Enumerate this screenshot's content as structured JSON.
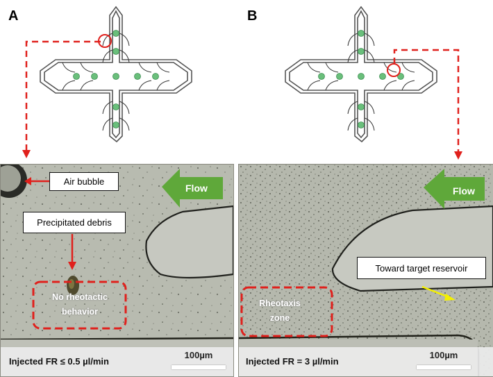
{
  "panels": [
    {
      "letter": "A",
      "labels": {
        "air_bubble": "Air bubble",
        "debris": "Precipitated debris",
        "flow": "Flow",
        "zone": "No rheotactic behavior",
        "injected": "Injected FR ≤ 0.5 µl/min",
        "scale": "100µm"
      }
    },
    {
      "letter": "B",
      "labels": {
        "flow": "Flow",
        "target": "Toward target reservoir",
        "zone": "Rheotaxis zone",
        "injected": "Injected FR = 3 µl/min",
        "scale": "100µm"
      }
    }
  ],
  "colors": {
    "annotation_red": "#e0201c",
    "flow_arrow_green": "#5fa83a",
    "cell_green": "#6abf7b",
    "pointer_yellow": "#f4f000",
    "background_micro": "#b9bcb2"
  }
}
